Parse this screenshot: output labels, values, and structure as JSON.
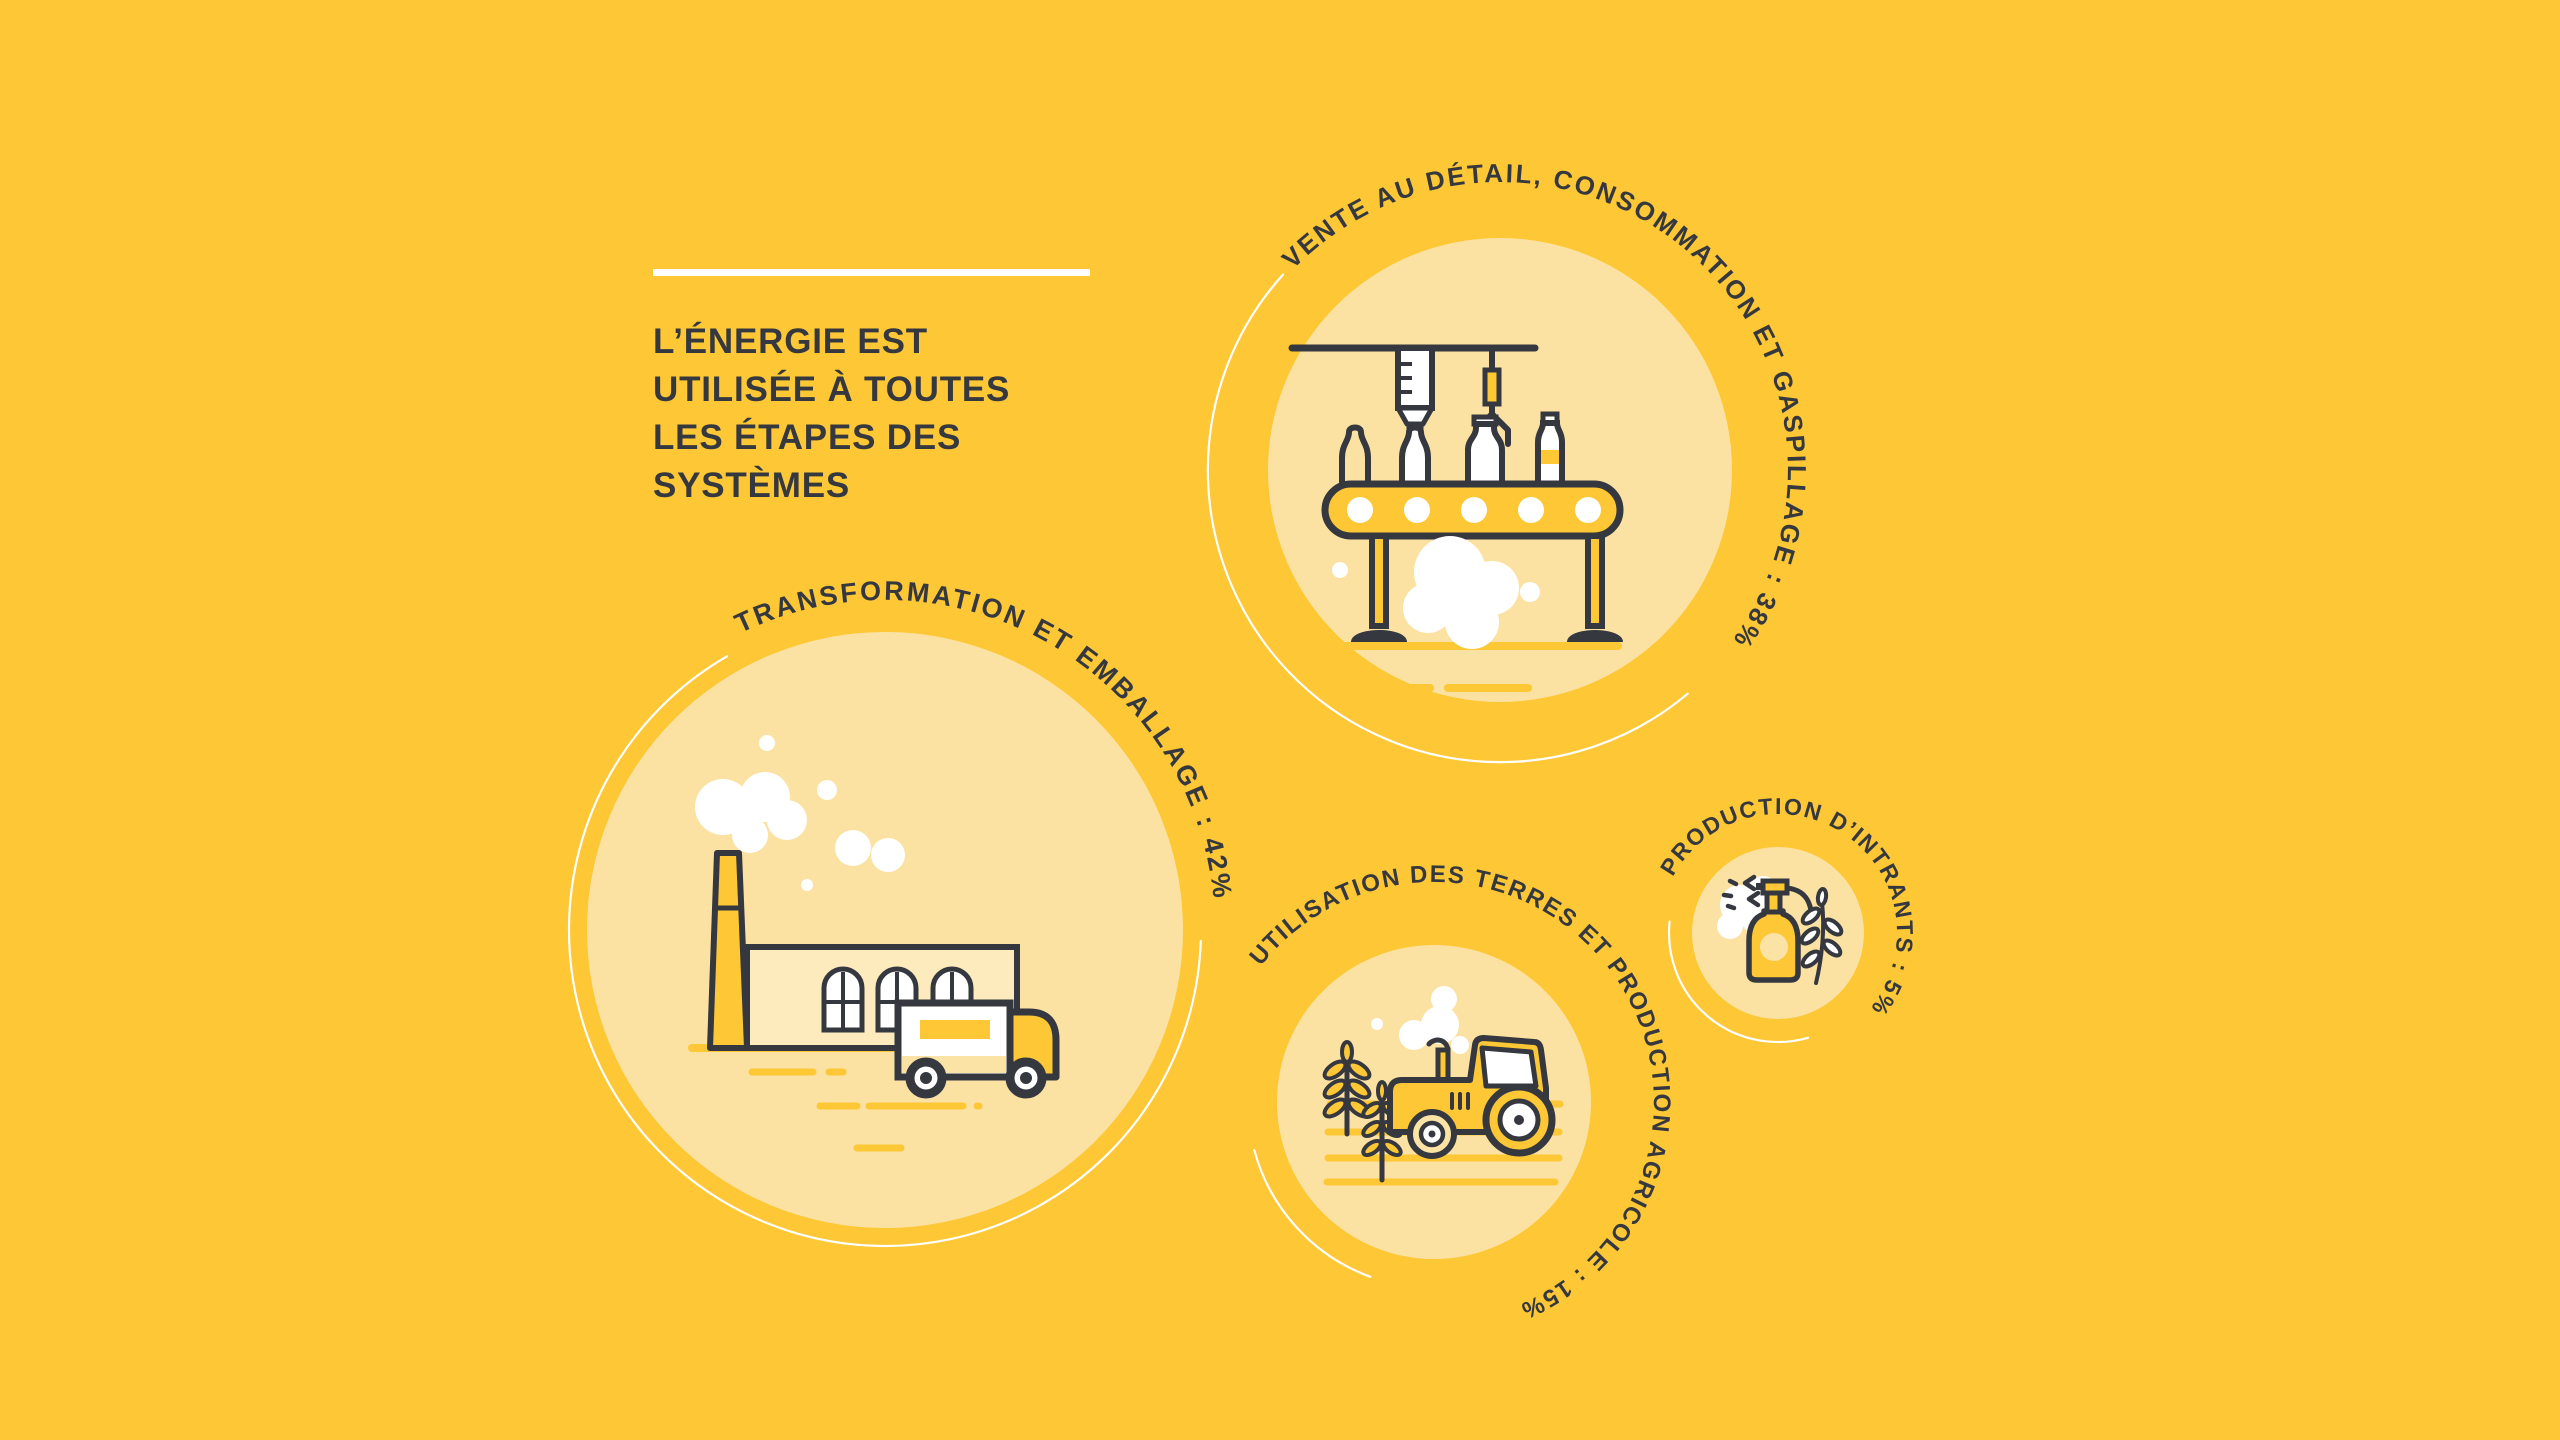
{
  "palette": {
    "background": "#FDC735",
    "disc_fill": "#FCE2A2",
    "ink": "#35383E",
    "accent_yellow": "#FDC735",
    "building_fill": "#FDEBBE",
    "pale_fill": "#FBE3A6",
    "white": "#FFFFFF"
  },
  "header": {
    "title_lines": [
      "L’ÉNERGIE EST",
      "UTILISÉE À TOUTES",
      "LES ÉTAPES DES",
      "SYSTÈMES"
    ]
  },
  "stages": [
    {
      "id": "retail",
      "label": "VENTE AU DÉTAIL, CONSOMMATION ET GASPILLAGE : 38%",
      "value_pct": 38,
      "icon": "bottling-line-icon"
    },
    {
      "id": "processing",
      "label": "TRANSFORMATION ET EMBALLAGE : 42%",
      "value_pct": 42,
      "icon": "factory-truck-icon"
    },
    {
      "id": "agriculture",
      "label": "UTILISATION DES TERRES ET PRODUCTION AGRICOLE : 15%",
      "value_pct": 15,
      "icon": "tractor-field-icon"
    },
    {
      "id": "inputs",
      "label": "PRODUCTION D’INTRANTS : 5%",
      "value_pct": 5,
      "icon": "spray-bottle-plant-icon"
    }
  ]
}
